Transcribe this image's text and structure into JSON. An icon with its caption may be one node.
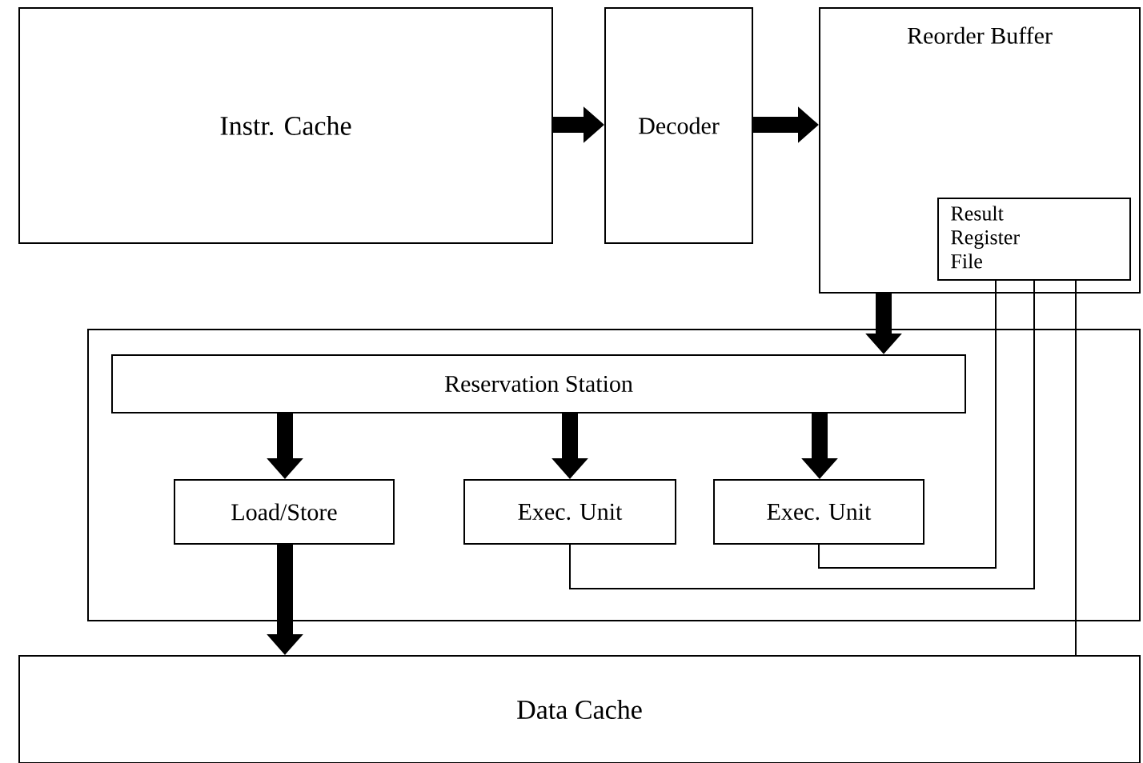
{
  "diagram": {
    "nodes": [
      {
        "text": [
          "Instr. Cache"
        ]
      },
      {
        "text": [
          "Decoder"
        ]
      },
      {
        "text": [
          "Reorder Buffer"
        ]
      },
      {
        "text": [
          "Result Register File"
        ],
        "in": 2
      },
      {
        "text": [],
        "shape": "box"
      },
      {
        "text": [
          "Reservation Station"
        ],
        "in": 4
      },
      {
        "text": [
          "Load/Store"
        ],
        "in": 4
      },
      {
        "text": [
          "Exec. Unit"
        ],
        "in": 4
      },
      {
        "text": [
          "Exec. Unit"
        ],
        "in": 4
      },
      {
        "text": [
          "Data Cache"
        ]
      }
    ],
    "edges": [
      {
        "from": 0,
        "to": 1,
        "arrow": "to"
      },
      {
        "from": 1,
        "to": 2,
        "arrow": "to"
      },
      {
        "from": 2,
        "to": 5,
        "arrow": "to"
      },
      {
        "from": 5,
        "to": 6,
        "arrow": "to"
      },
      {
        "from": 5,
        "to": 7,
        "arrow": "to"
      },
      {
        "from": 5,
        "to": 8,
        "arrow": "to"
      },
      {
        "from": 6,
        "to": 9,
        "arrow": "to"
      },
      {
        "from": 7,
        "to": 3,
        "arrow": "none"
      },
      {
        "from": 8,
        "to": 3,
        "arrow": "none"
      },
      {
        "from": 3,
        "to": 9,
        "arrow": "none"
      }
    ]
  }
}
